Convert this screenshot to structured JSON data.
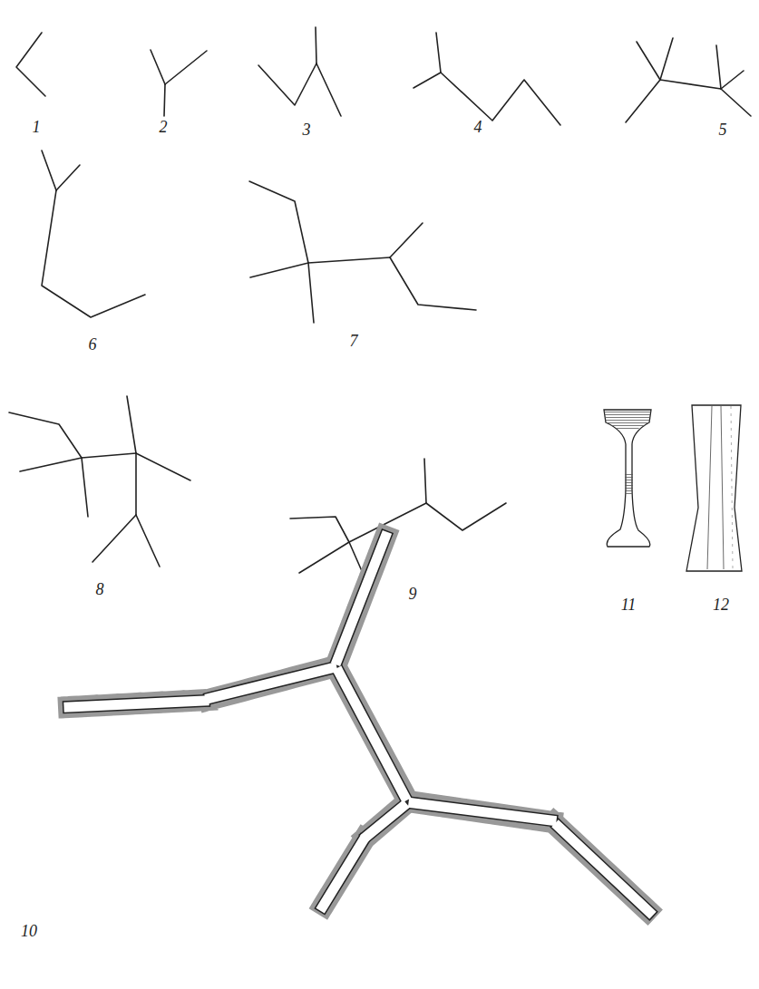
{
  "diagram": {
    "labels": [
      "1",
      "2",
      "3",
      "4",
      "5",
      "6",
      "7",
      "8",
      "9",
      "11",
      "12",
      "10"
    ]
  }
}
